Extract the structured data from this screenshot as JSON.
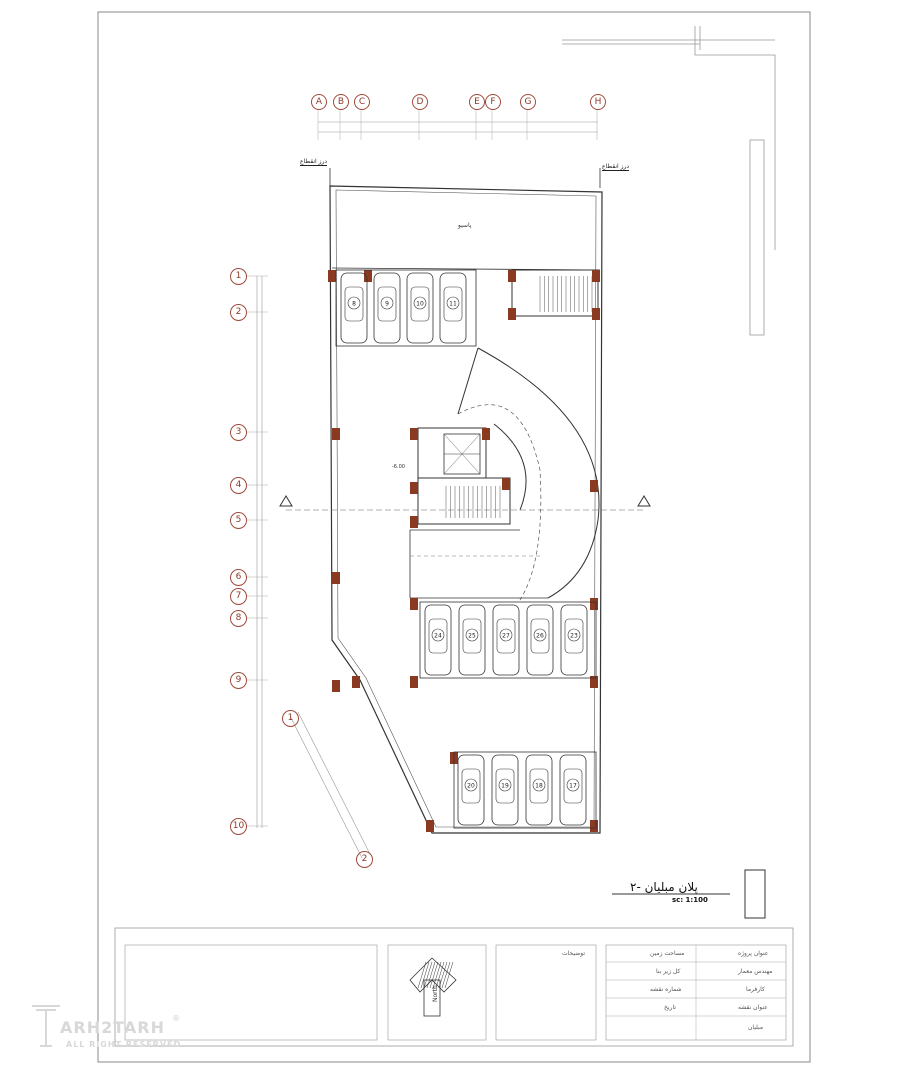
{
  "sheet": {
    "plan_title": "پلان مبلیان -۲",
    "scale_label": "sc: 1:100"
  },
  "column_grid": [
    "A",
    "B",
    "C",
    "D",
    "E",
    "F",
    "G",
    "H"
  ],
  "row_grid": [
    "1",
    "2",
    "3",
    "4",
    "5",
    "6",
    "7",
    "8",
    "9",
    "10"
  ],
  "skew_grid": [
    "1",
    "2"
  ],
  "labels": {
    "exp_joint_left": "درز انقطاع",
    "exp_joint_right": "درز انقطاع",
    "lobby": "پاسیو",
    "level": "-6.00",
    "north": "North"
  },
  "parking": {
    "top_row": [
      "8",
      "9",
      "10",
      "11"
    ],
    "middle_row": [
      "24",
      "25",
      "27",
      "26",
      "23"
    ],
    "bottom_row": [
      "20",
      "19",
      "18",
      "17"
    ]
  },
  "title_block": {
    "notes": "توضیحات",
    "land_area": "مساحت زمین",
    "total_area": "کل زیر بنا",
    "sheet_number": "شماره نقشه",
    "date": "تاریخ",
    "project_title": "عنوان پروژه",
    "architect": "مهندس معمار",
    "employer": "کارفرما",
    "drawing_title": "عنوان نقشه",
    "drawing_name": "مبلیان"
  },
  "logo": {
    "name": "ARH2TARH",
    "tagline": "ALL RIGHT RESERVED",
    "reg": "®"
  }
}
